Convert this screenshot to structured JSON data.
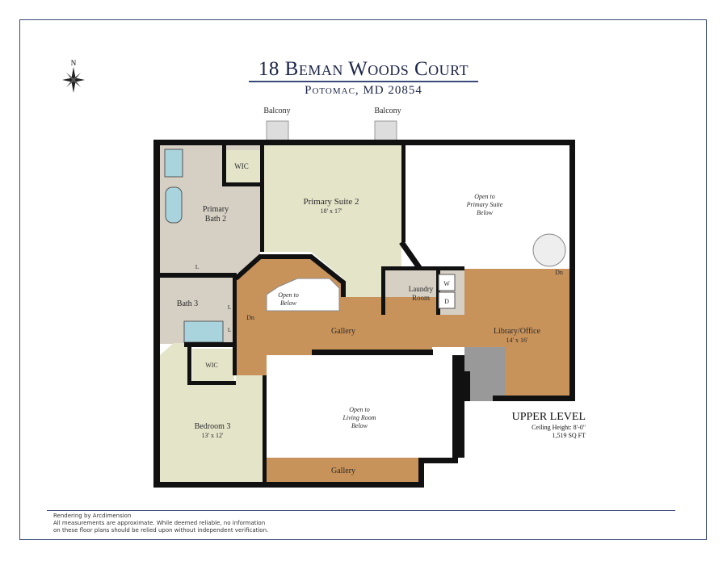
{
  "header": {
    "title": "18 Beman Woods Court",
    "subtitle": "Potomac, MD 20854"
  },
  "compass": {
    "north_label": "N",
    "icon": "compass-rose-icon"
  },
  "rooms": {
    "balcony_left": "Balcony",
    "balcony_right": "Balcony",
    "wic_top": "WIC",
    "primary_bath_line1": "Primary",
    "primary_bath_line2": "Bath 2",
    "primary_suite": "Primary Suite 2",
    "primary_suite_dims": "18' x 17'",
    "open_primary_line1": "Open to",
    "open_primary_line2": "Primary Suite",
    "open_primary_line3": "Below",
    "stair_open_line1": "Open to",
    "stair_open_line2": "Below",
    "dn_stair": "Dn",
    "dn_spiral": "Dn",
    "linen_1": "L",
    "linen_2": "L",
    "linen_3": "L",
    "bath3": "Bath 3",
    "laundry_line1": "Laundry",
    "laundry_line2": "Room",
    "washer": "W",
    "dryer": "D",
    "gallery_upper": "Gallery",
    "library": "Library/Office",
    "library_dims": "14' x 16'",
    "wic_lower": "WIC",
    "bedroom3": "Bedroom 3",
    "bedroom3_dims": "13' x 12'",
    "open_living_line1": "Open to",
    "open_living_line2": "Living Room",
    "open_living_line3": "Below",
    "gallery_lower": "Gallery"
  },
  "level": {
    "name": "UPPER LEVEL",
    "ceiling": "Ceiling Height: 8'-0\"",
    "area": "1,519 SQ FT"
  },
  "footer": {
    "credit": "Rendering by Arcdimension",
    "disclaimer_1": "All measurements are approximate. While deemed reliable, no information",
    "disclaimer_2": "on these floor plans should be relied upon without independent verification."
  },
  "colors": {
    "wall": "#111111",
    "wood": "#c8935a",
    "cream": "#e4e4c9",
    "tile": "#d6d0c4",
    "navy": "#1b2547"
  }
}
